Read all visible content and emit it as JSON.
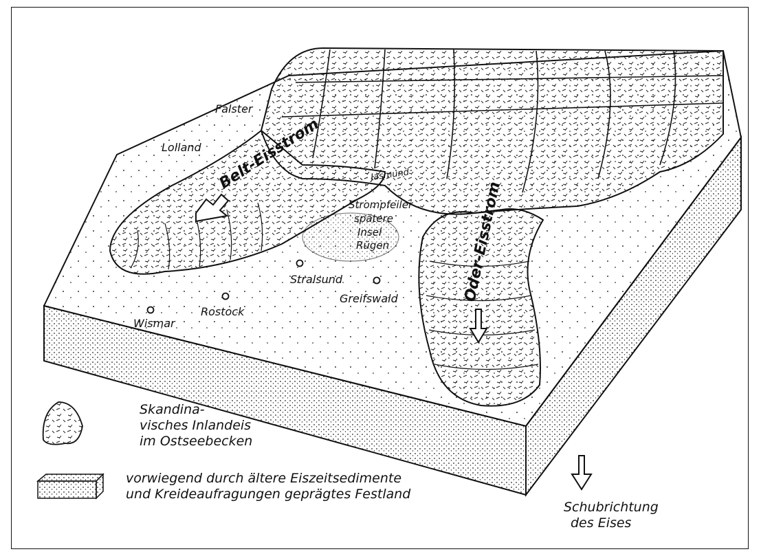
{
  "places": {
    "falster": "Falster",
    "lolland": "Lolland",
    "jasmund": "Jasmund",
    "stralsund": "Stralsund",
    "rostock": "Rostock",
    "wismar": "Wismar",
    "greifswald": "Greifswald"
  },
  "ice_streams": {
    "belt": "Belt-Eisstrom",
    "oder": "Oder-Eisstrom"
  },
  "rugen_label": [
    "Strompfeiler",
    "spätere",
    "Insel",
    "Rügen"
  ],
  "legend": {
    "ice": [
      "Skandina-",
      "visches Inlandeis",
      "im Ostseebecken"
    ],
    "land": [
      "vorwiegend durch ältere Eiszeitsedimente",
      "und Kreideaufragungen geprägtes Festland"
    ],
    "arrow": [
      "Schubrichtung",
      "des Eises"
    ]
  }
}
